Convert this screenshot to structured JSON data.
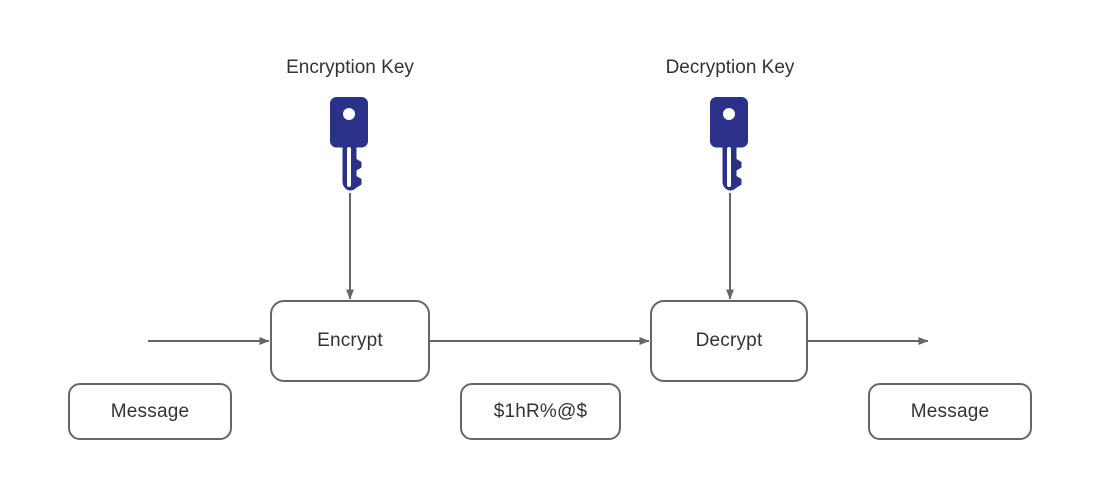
{
  "diagram": {
    "title": "Symmetric encryption flow diagram",
    "background_color": "#ffffff",
    "stroke_color": "#666666",
    "text_color": "#333333",
    "key_color": "#2B3188",
    "captions": {
      "encryption_key": "Encryption Key",
      "decryption_key": "Decryption Key"
    },
    "nodes": {
      "encrypt": "Encrypt",
      "decrypt": "Decrypt",
      "message_in": "Message",
      "ciphertext": "$1hR%@$",
      "message_out": "Message"
    },
    "icons": {
      "encryption_key": "key-icon",
      "decryption_key": "key-icon",
      "flow_arrow": "arrow-right-icon",
      "key_arrow": "arrow-down-icon"
    }
  }
}
